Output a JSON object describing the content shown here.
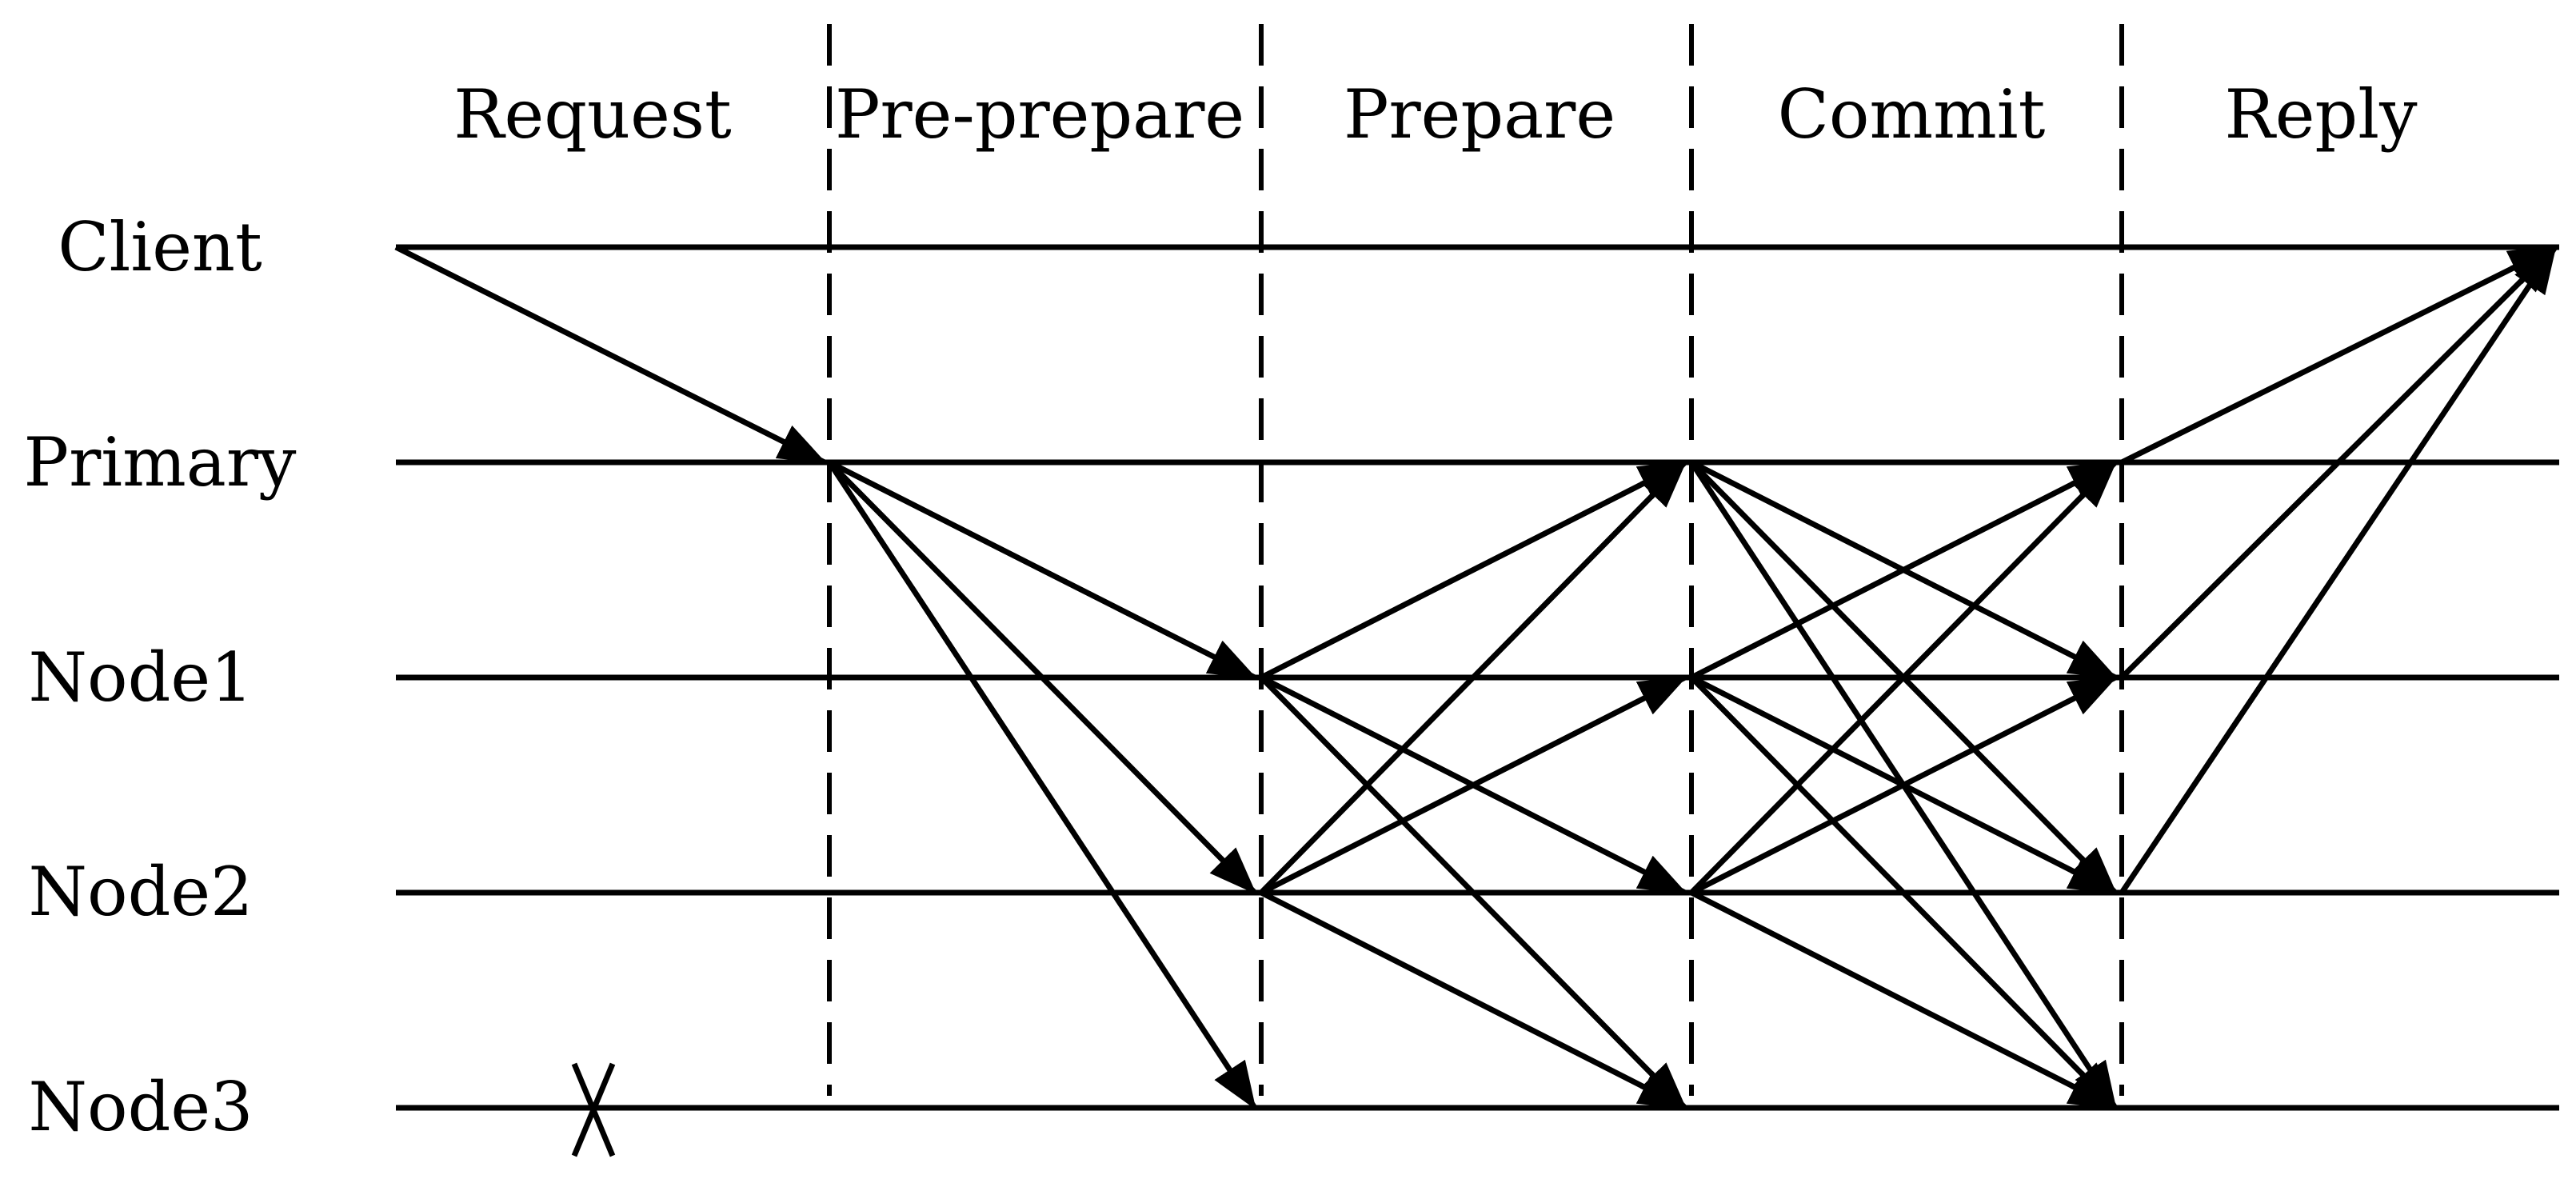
{
  "diagram": {
    "phases": [
      {
        "id": "request",
        "label": "Request"
      },
      {
        "id": "pre-prepare",
        "label": "Pre-prepare"
      },
      {
        "id": "prepare",
        "label": "Prepare"
      },
      {
        "id": "commit",
        "label": "Commit"
      },
      {
        "id": "reply",
        "label": "Reply"
      }
    ],
    "nodes": [
      {
        "id": "client",
        "label": "Client"
      },
      {
        "id": "primary",
        "label": "Primary"
      },
      {
        "id": "node1",
        "label": "Node1"
      },
      {
        "id": "node2",
        "label": "Node2"
      },
      {
        "id": "node3",
        "label": "Node3"
      }
    ],
    "failed_node": "node3",
    "messages": [
      {
        "phase": "request",
        "from": "client",
        "to": "primary"
      },
      {
        "phase": "pre-prepare",
        "from": "primary",
        "to": "node1"
      },
      {
        "phase": "pre-prepare",
        "from": "primary",
        "to": "node2"
      },
      {
        "phase": "pre-prepare",
        "from": "primary",
        "to": "node3"
      },
      {
        "phase": "prepare",
        "from": "node1",
        "to": "primary"
      },
      {
        "phase": "prepare",
        "from": "node1",
        "to": "node2"
      },
      {
        "phase": "prepare",
        "from": "node1",
        "to": "node3"
      },
      {
        "phase": "prepare",
        "from": "node2",
        "to": "primary"
      },
      {
        "phase": "prepare",
        "from": "node2",
        "to": "node1"
      },
      {
        "phase": "prepare",
        "from": "node2",
        "to": "node3"
      },
      {
        "phase": "commit",
        "from": "primary",
        "to": "node1"
      },
      {
        "phase": "commit",
        "from": "primary",
        "to": "node2"
      },
      {
        "phase": "commit",
        "from": "primary",
        "to": "node3"
      },
      {
        "phase": "commit",
        "from": "node1",
        "to": "primary"
      },
      {
        "phase": "commit",
        "from": "node1",
        "to": "node2"
      },
      {
        "phase": "commit",
        "from": "node1",
        "to": "node3"
      },
      {
        "phase": "commit",
        "from": "node2",
        "to": "primary"
      },
      {
        "phase": "commit",
        "from": "node2",
        "to": "node1"
      },
      {
        "phase": "commit",
        "from": "node2",
        "to": "node3"
      },
      {
        "phase": "reply",
        "from": "primary",
        "to": "client"
      },
      {
        "phase": "reply",
        "from": "node1",
        "to": "client"
      },
      {
        "phase": "reply",
        "from": "node2",
        "to": "client"
      }
    ]
  }
}
